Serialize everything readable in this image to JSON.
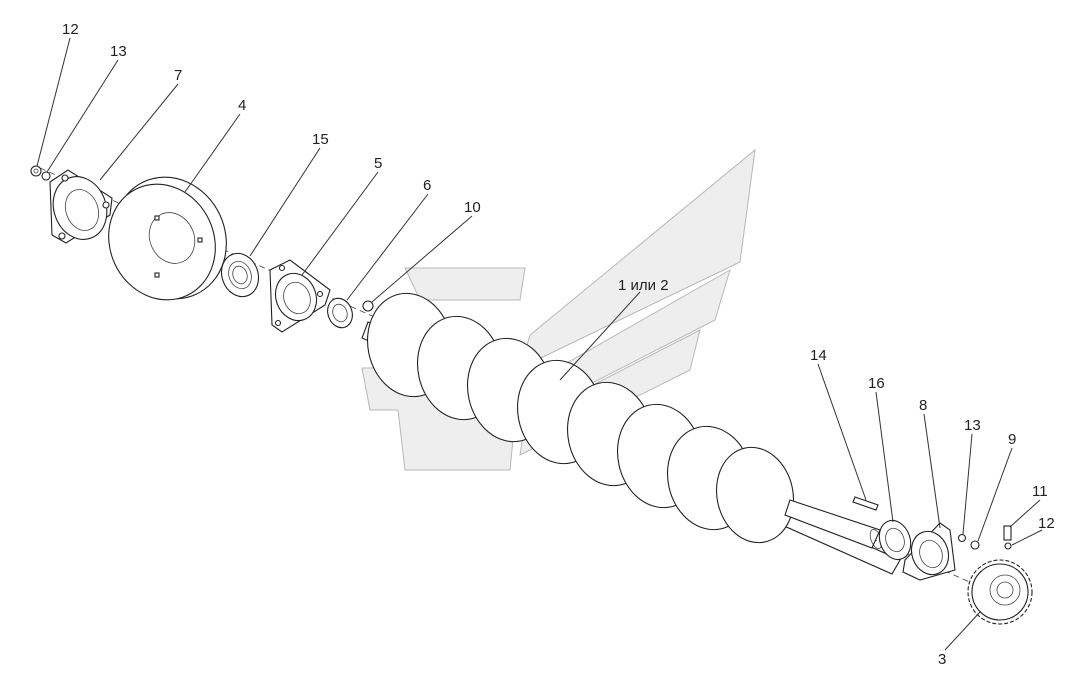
{
  "labels": [
    {
      "id": "12a",
      "text": "12"
    },
    {
      "id": "13a",
      "text": "13"
    },
    {
      "id": "7",
      "text": "7"
    },
    {
      "id": "4",
      "text": "4"
    },
    {
      "id": "15",
      "text": "15"
    },
    {
      "id": "5",
      "text": "5"
    },
    {
      "id": "6",
      "text": "6"
    },
    {
      "id": "10",
      "text": "10"
    },
    {
      "id": "1",
      "text": "1 или 2"
    },
    {
      "id": "14",
      "text": "14"
    },
    {
      "id": "16",
      "text": "16"
    },
    {
      "id": "8",
      "text": "8"
    },
    {
      "id": "13b",
      "text": "13"
    },
    {
      "id": "9",
      "text": "9"
    },
    {
      "id": "11",
      "text": "11"
    },
    {
      "id": "12b",
      "text": "12"
    },
    {
      "id": "3",
      "text": "3"
    }
  ]
}
